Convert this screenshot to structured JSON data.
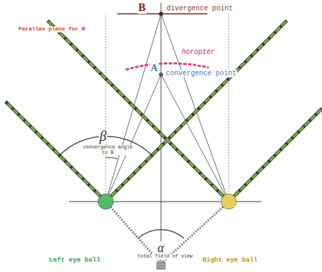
{
  "diagram": {
    "labels": [
      "B",
      "divergence point",
      "Parallax plane for B",
      "horopter",
      "A",
      "convergence point",
      "β",
      "convergence angle to B",
      "α",
      "total field of view",
      "Left eye ball",
      "Right eye ball"
    ]
  }
}
